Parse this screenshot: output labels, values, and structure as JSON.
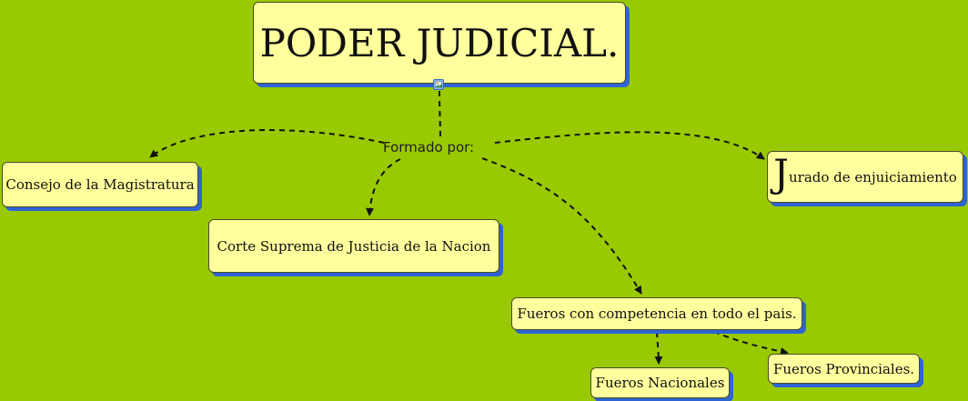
{
  "nodes": {
    "title": "PODER JUDICIAL.",
    "consejo": "Consejo de la Magistratura",
    "corte": "Corte Suprema de Justicia de la Nacion",
    "jurado_initial": "J",
    "jurado_rest": "urado de enjuiciamiento",
    "fueros": "Fueros con competencia en todo el pais.",
    "nacionales": "Fueros Nacionales",
    "provinciales": "Fueros Provinciales."
  },
  "links": {
    "main_label": "Formado por:"
  },
  "icons": {
    "resource": "image-icon"
  },
  "colors": {
    "background": "#99c900",
    "node_fill": "#ffff9e",
    "node_shadow": "#2f63d6",
    "connector": "#111111"
  }
}
